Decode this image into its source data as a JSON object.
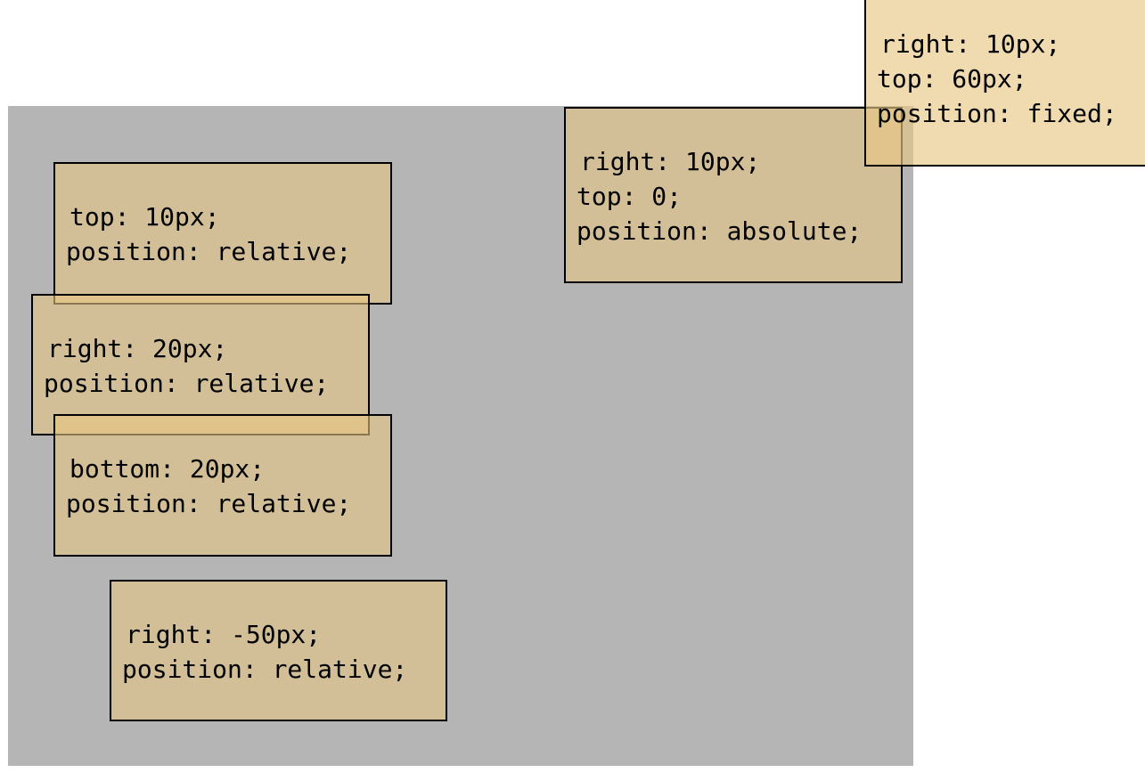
{
  "colors": {
    "container_background": "#b5b5b5",
    "box_fill": "#e8c684",
    "box_border": "#000000",
    "page_background": "#ffffff"
  },
  "boxes": {
    "relative_top": {
      "line1": "top: 10px;",
      "line2": "position: relative;"
    },
    "relative_right": {
      "line1": "right: 20px;",
      "line2": "position: relative;"
    },
    "relative_bottom": {
      "line1": "bottom: 20px;",
      "line2": "position: relative;"
    },
    "relative_right_negative": {
      "line1": "right: -50px;",
      "line2": "position: relative;"
    },
    "absolute": {
      "line1": "right: 10px;",
      "line2": "top: 0;",
      "line3": "position: absolute;"
    },
    "fixed": {
      "line1": "right: 10px;",
      "line2": "top: 60px;",
      "line3": "position: fixed;"
    }
  }
}
